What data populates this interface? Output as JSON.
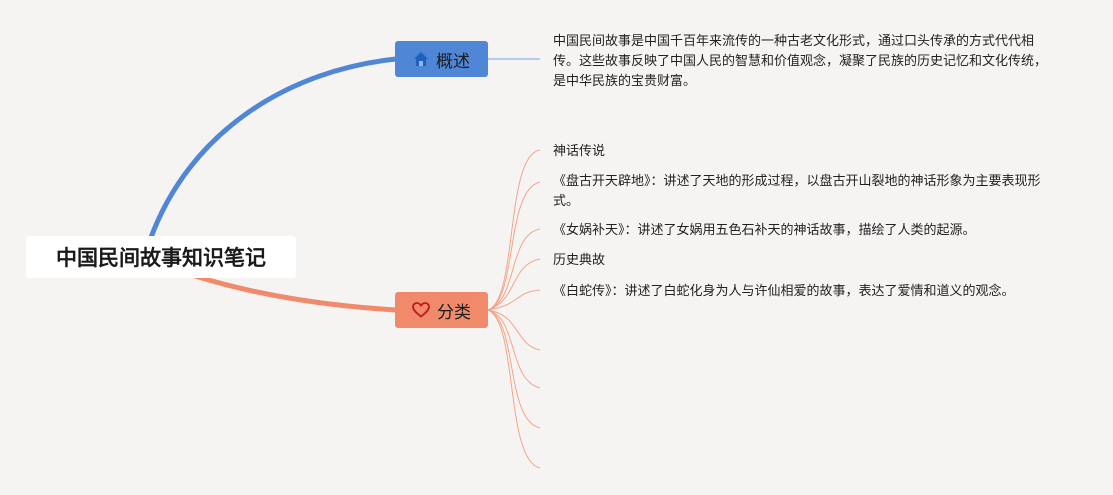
{
  "root": {
    "title": "中国民间故事知识笔记"
  },
  "branches": {
    "overview": {
      "label": "概述",
      "icon": "home-icon",
      "color": "#4f86d6",
      "text": "中国民间故事是中国千百年来流传的一种古老文化形式，通过口头传承的方式代代相传。这些故事反映了中国人民的智慧和价值观念，凝聚了民族的历史记忆和文化传统，是中华民族的宝贵财富。"
    },
    "category": {
      "label": "分类",
      "icon": "heart-icon",
      "color": "#f08a6a",
      "items": [
        "神话传说",
        "《盘古开天辟地》：讲述了天地的形成过程，以盘古开山裂地的神话形象为主要表现形式。",
        "《女娲补天》：讲述了女娲用五色石补天的神话故事，描绘了人类的起源。",
        "历史典故",
        "《白蛇传》：讲述了白蛇化身为人与许仙相爱的故事，表达了爱情和道义的观念。"
      ]
    }
  }
}
